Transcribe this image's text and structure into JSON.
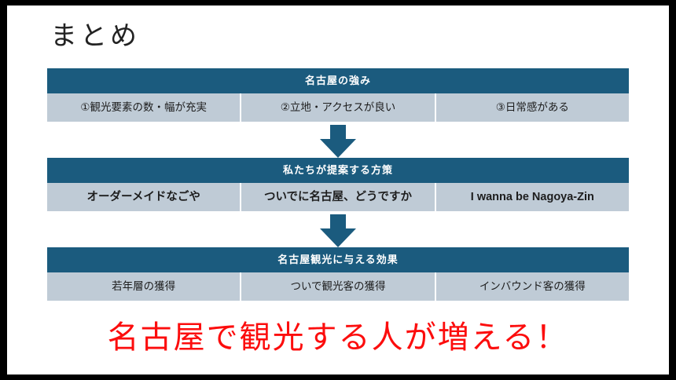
{
  "slide": {
    "title": "まとめ",
    "conclusion": "名古屋で観光する人が増える！",
    "colors": {
      "header_bar": "#1b5b7e",
      "cell_fill": "#bfcbd6",
      "arrow": "#1b5b7e",
      "conclusion_text": "#fc0d0d",
      "canvas": "#ffffff",
      "frame": "#000000",
      "title_text": "#222222",
      "cell_text": "#1d1d1d",
      "header_text": "#ffffff"
    },
    "sections": [
      {
        "header": "名古屋の強み",
        "cells": [
          "①観光要素の数・幅が充実",
          "②立地・アクセスが良い",
          "③日常感がある"
        ]
      },
      {
        "header": "私たちが提案する方策",
        "cells": [
          "オーダーメイドなごや",
          "ついでに名古屋、どうですか",
          "I wanna be Nagoya-Zin"
        ]
      },
      {
        "header": "名古屋観光に与える効果",
        "cells": [
          "若年層の獲得",
          "ついで観光客の獲得",
          "インバウンド客の獲得"
        ]
      }
    ],
    "connectors": [
      {
        "icon": "arrow-down-icon"
      },
      {
        "icon": "arrow-down-icon"
      }
    ]
  }
}
